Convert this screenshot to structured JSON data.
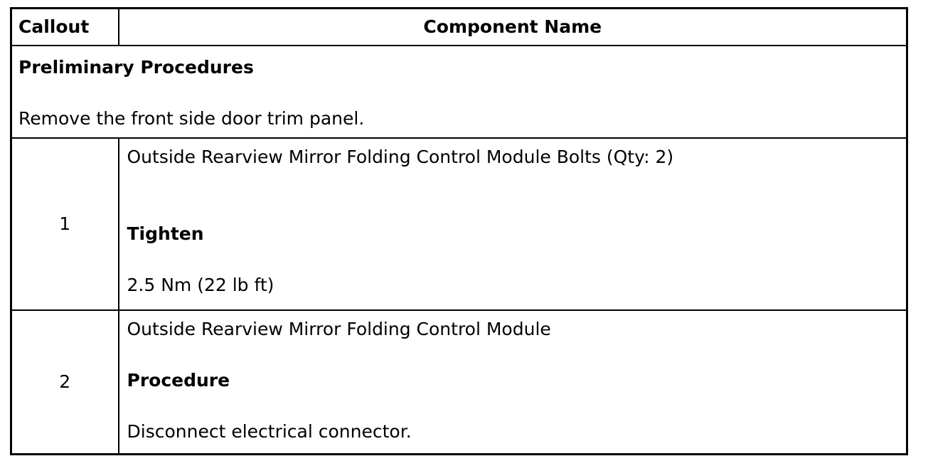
{
  "page": {
    "background": "#ffffff",
    "text_color": "#000000",
    "border_color": "#000000"
  },
  "table": {
    "headers": [
      "Callout",
      "Component Name"
    ],
    "preliminary": {
      "title": "Preliminary Procedures",
      "instruction": "Remove the front side door trim panel."
    },
    "rows": [
      {
        "callout": "1",
        "component": "Outside Rearview Mirror Folding Control Module Bolts (Qty: 2)",
        "heading": "Tighten",
        "detail": "2.5 Nm (22 lb ft)"
      },
      {
        "callout": "2",
        "component": "Outside Rearview Mirror Folding Control Module",
        "heading": "Procedure",
        "detail": "Disconnect electrical connector."
      }
    ]
  }
}
